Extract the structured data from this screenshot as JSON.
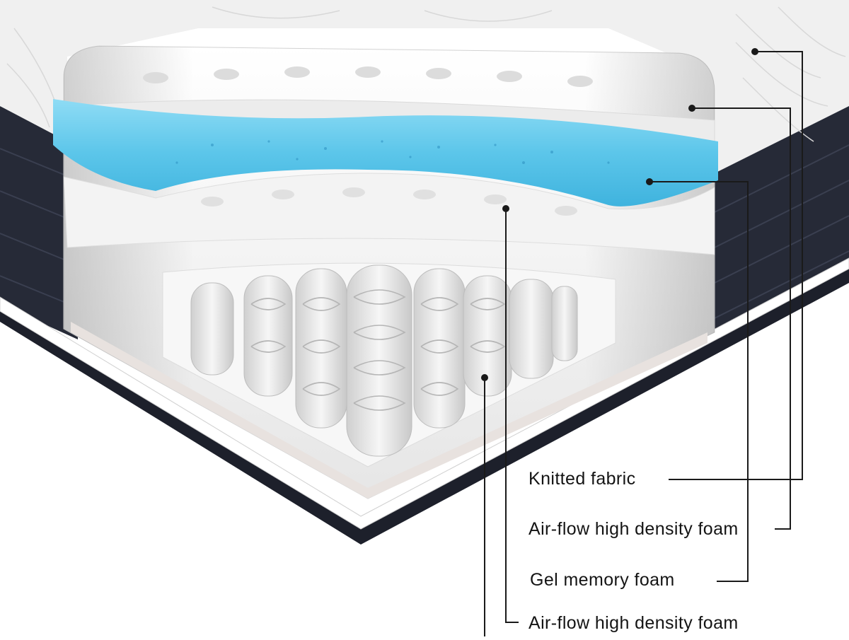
{
  "labels": [
    {
      "id": "knitted-fabric",
      "text": "Knitted fabric"
    },
    {
      "id": "air-flow-foam-top",
      "text": "Air-flow high density foam"
    },
    {
      "id": "gel-memory-foam",
      "text": "Gel memory foam"
    },
    {
      "id": "air-flow-foam-bottom",
      "text": "Air-flow high density foam"
    }
  ],
  "colors": {
    "cover": "#232633",
    "gel": "#5cc6ea",
    "foam": "#f2f2f2",
    "leader": "#1a1a1a"
  }
}
